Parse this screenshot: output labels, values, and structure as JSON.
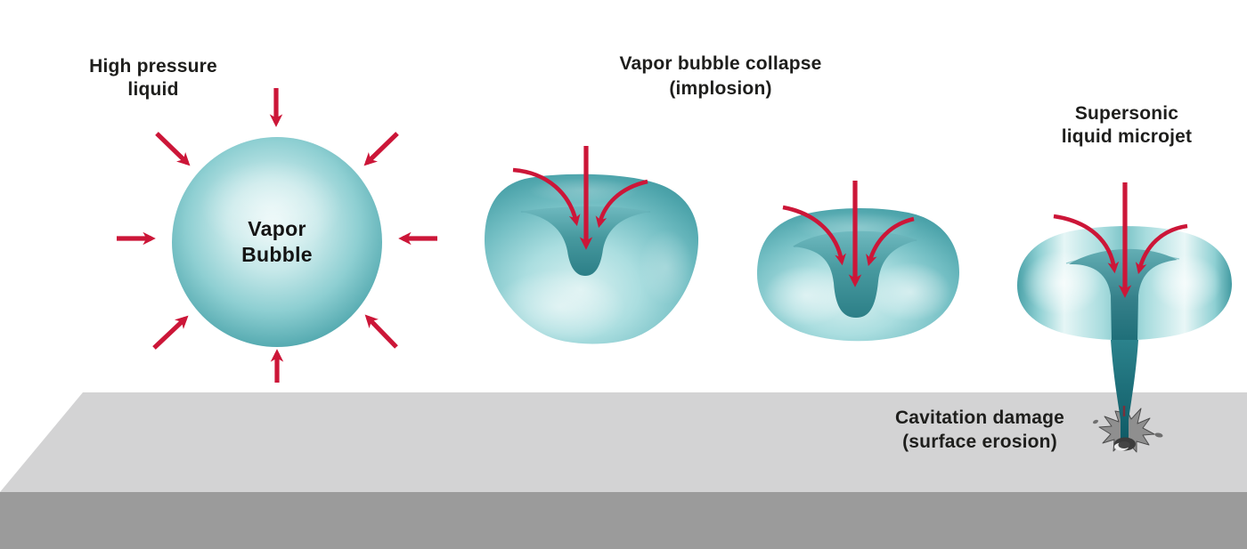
{
  "labels": {
    "high_pressure_liquid": {
      "line1": "High pressure",
      "line2": "liquid"
    },
    "vapor_bubble": {
      "line1": "Vapor",
      "line2": "Bubble"
    },
    "bubble_collapse": {
      "line1": "Vapor bubble collapse",
      "line2": "(implosion)"
    },
    "microjet": {
      "line1": "Supersonic",
      "line2": "liquid microjet"
    },
    "cavitation_damage": {
      "line1": "Cavitation damage",
      "line2": "(surface erosion)"
    }
  },
  "colors": {
    "background": "#ffffff",
    "text": "#1e1e1c",
    "arrow_red": "#cc1638",
    "bubble_teal_edge": "#3f969d",
    "bubble_teal_mid": "#8ecfd2",
    "bubble_teal_light": "#d8f0f0",
    "pit_teal_dark": "#2c7f87",
    "jet_teal_dark": "#0f5a65",
    "surface_top_gray": "#d3d3d4",
    "surface_front_gray": "#9b9b9b",
    "splash_gray": "#8f8f8f",
    "crater_dark": "#3c3c3c"
  },
  "icons": {
    "pressure_arrows": "eight red arrows pointing inward at the vapor bubble sphere",
    "implosion_arrows": "one straight and two curved red arrows flowing into each collapsing bubble",
    "impact_splash": "gray burst star with dark crater where the microjet strikes the surface"
  }
}
